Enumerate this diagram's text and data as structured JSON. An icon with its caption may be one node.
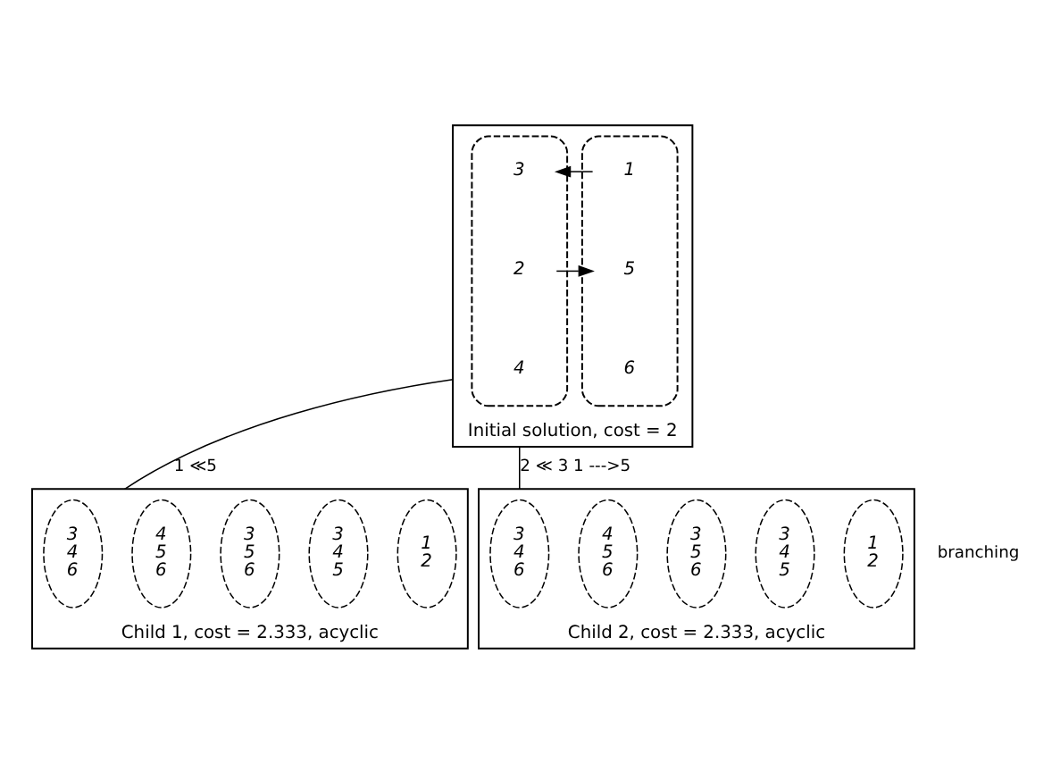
{
  "diagram": {
    "nodes": [
      {
        "text": [
          "Initial solution, cost = 2"
        ]
      },
      {
        "text": [],
        "shape": "ellipse",
        "in": 0
      },
      {
        "text": [
          "1"
        ],
        "in": 1
      },
      {
        "text": [
          "5"
        ],
        "in": 1
      },
      {
        "text": [
          "6"
        ],
        "in": 1
      },
      {
        "text": [],
        "shape": "ellipse",
        "in": 0
      },
      {
        "text": [
          "3"
        ],
        "in": 5
      },
      {
        "text": [
          "2"
        ],
        "in": 5
      },
      {
        "text": [
          "4"
        ],
        "in": 5
      },
      {
        "text": [
          "Child 1, cost = 2.333, acyclic"
        ]
      },
      {
        "text": [
          "3 4 6"
        ],
        "in": 9
      },
      {
        "text": [
          "4 5 6"
        ],
        "in": 9
      },
      {
        "text": [
          "3 5 6"
        ],
        "in": 9
      },
      {
        "text": [
          "3 4 5"
        ],
        "in": 9
      },
      {
        "text": [
          "1 2"
        ],
        "in": 9
      },
      {
        "text": [
          "Child 2, cost = 2.333, acyclic"
        ]
      },
      {
        "text": [
          "3 4 6"
        ],
        "in": 15
      },
      {
        "text": [
          "4 5 6"
        ],
        "in": 15
      },
      {
        "text": [
          "3 5 6"
        ],
        "in": 15
      },
      {
        "text": [
          "3 4 5"
        ],
        "in": 15
      },
      {
        "text": [
          "1 2"
        ],
        "in": 15
      }
    ],
    "edges": [
      {
        "from": 2,
        "to": 6,
        "arrow": "to"
      },
      {
        "from": 7,
        "to": 3,
        "arrow": "to"
      },
      {
        "from": 0,
        "to": 9,
        "arrow": "none",
        "label": "1 ≪5"
      },
      {
        "from": 0,
        "to": 15,
        "arrow": "none",
        "label": "2 ≪ 3 1 --->5"
      }
    ],
    "labels": [
      "branching"
    ]
  }
}
